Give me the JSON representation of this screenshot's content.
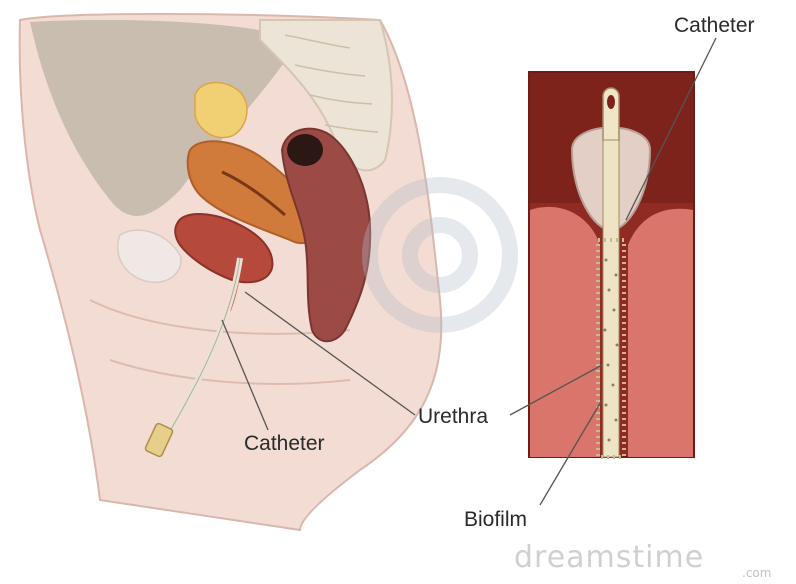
{
  "labels": {
    "catheter_top": "Catheter",
    "urethra": "Urethra",
    "catheter_left": "Catheter",
    "biofilm": "Biofilm"
  },
  "watermark": {
    "main": "dreamstime",
    "suffix": ".com"
  }
}
